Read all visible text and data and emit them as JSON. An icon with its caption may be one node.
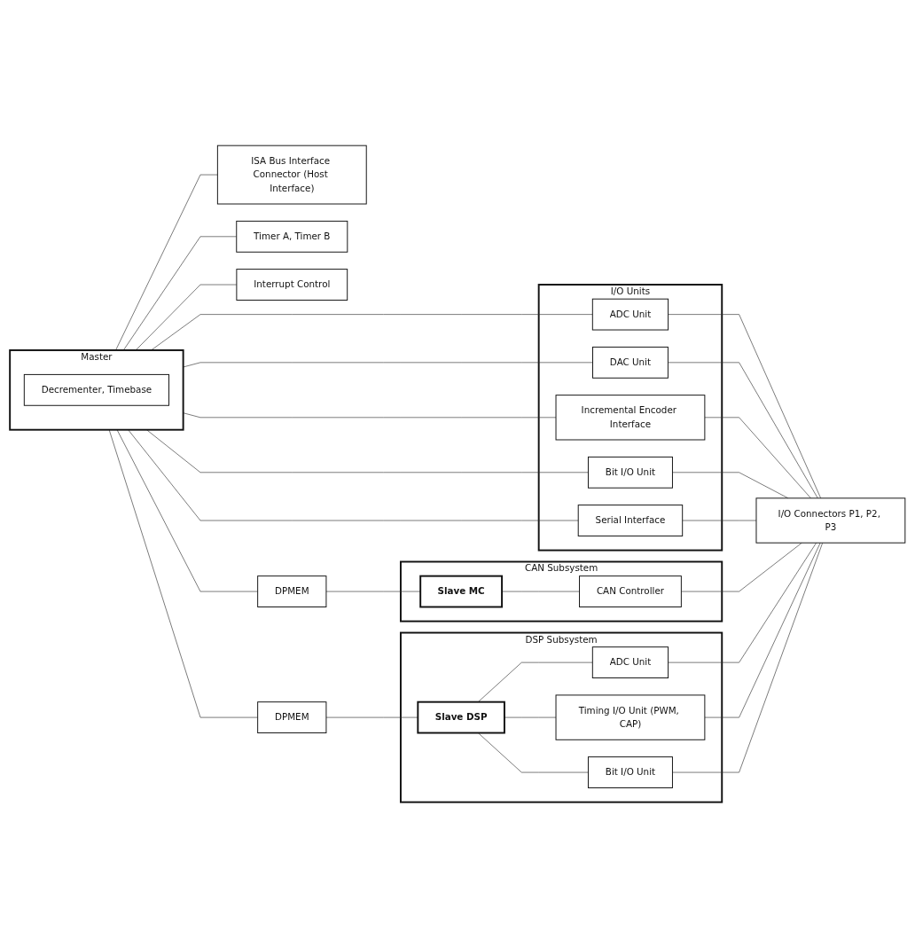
{
  "diagram": {
    "nodes": [
      {
        "text": [
          "ISA Bus Interface Connector (Host Interface)"
        ]
      },
      {
        "text": [
          "Master"
        ]
      },
      {
        "text": [
          "Decrementer, Timebase"
        ],
        "in": 1
      },
      {
        "text": [
          "Timer A, Timer B"
        ]
      },
      {
        "text": [
          "Interrupt Control"
        ]
      },
      {
        "text": [
          "I/O Units"
        ]
      },
      {
        "text": [
          "ADC Unit"
        ],
        "in": 5
      },
      {
        "text": [
          "DAC Unit"
        ],
        "in": 5
      },
      {
        "text": [
          "Incremental Encoder Interface"
        ],
        "in": 5
      },
      {
        "text": [
          "Bit I/O Unit"
        ],
        "in": 5
      },
      {
        "text": [
          "Serial Interface"
        ],
        "in": 5
      },
      {
        "text": [
          "I/O Connectors P1, P2, P3"
        ]
      },
      {
        "text": [
          "DPMEM"
        ]
      },
      {
        "text": [
          "DPMEM"
        ]
      },
      {
        "text": [
          "CAN Subsystem"
        ]
      },
      {
        "text": [
          "Slave MC"
        ],
        "in": 14
      },
      {
        "text": [
          "CAN Controller"
        ],
        "in": 14
      },
      {
        "text": [
          "DSP Subsystem"
        ]
      },
      {
        "text": [
          "Slave DSP"
        ],
        "in": 17
      },
      {
        "text": [
          "ADC Unit"
        ],
        "in": 17
      },
      {
        "text": [
          "Timing I/O Unit (PWM, CAP)"
        ],
        "in": 17
      },
      {
        "text": [
          "Bit I/O Unit"
        ],
        "in": 17
      }
    ],
    "edges": [
      {
        "from": 1,
        "to": 0,
        "arrow": "none"
      },
      {
        "from": 1,
        "to": 3,
        "arrow": "none"
      },
      {
        "from": 1,
        "to": 4,
        "arrow": "none"
      },
      {
        "from": 1,
        "to": 6,
        "arrow": "none"
      },
      {
        "from": 1,
        "to": 7,
        "arrow": "none"
      },
      {
        "from": 1,
        "to": 8,
        "arrow": "none"
      },
      {
        "from": 1,
        "to": 9,
        "arrow": "none"
      },
      {
        "from": 1,
        "to": 10,
        "arrow": "none"
      },
      {
        "from": 1,
        "to": 12,
        "arrow": "none"
      },
      {
        "from": 1,
        "to": 13,
        "arrow": "none"
      },
      {
        "from": 6,
        "to": 11,
        "arrow": "none"
      },
      {
        "from": 7,
        "to": 11,
        "arrow": "none"
      },
      {
        "from": 8,
        "to": 11,
        "arrow": "none"
      },
      {
        "from": 9,
        "to": 11,
        "arrow": "none"
      },
      {
        "from": 10,
        "to": 11,
        "arrow": "none"
      },
      {
        "from": 12,
        "to": 15,
        "arrow": "none"
      },
      {
        "from": 15,
        "to": 16,
        "arrow": "none"
      },
      {
        "from": 16,
        "to": 11,
        "arrow": "none"
      },
      {
        "from": 13,
        "to": 18,
        "arrow": "none"
      },
      {
        "from": 18,
        "to": 19,
        "arrow": "none"
      },
      {
        "from": 18,
        "to": 20,
        "arrow": "none"
      },
      {
        "from": 18,
        "to": 21,
        "arrow": "none"
      },
      {
        "from": 19,
        "to": 11,
        "arrow": "none"
      },
      {
        "from": 20,
        "to": 11,
        "arrow": "none"
      },
      {
        "from": 21,
        "to": 11,
        "arrow": "none"
      }
    ]
  }
}
